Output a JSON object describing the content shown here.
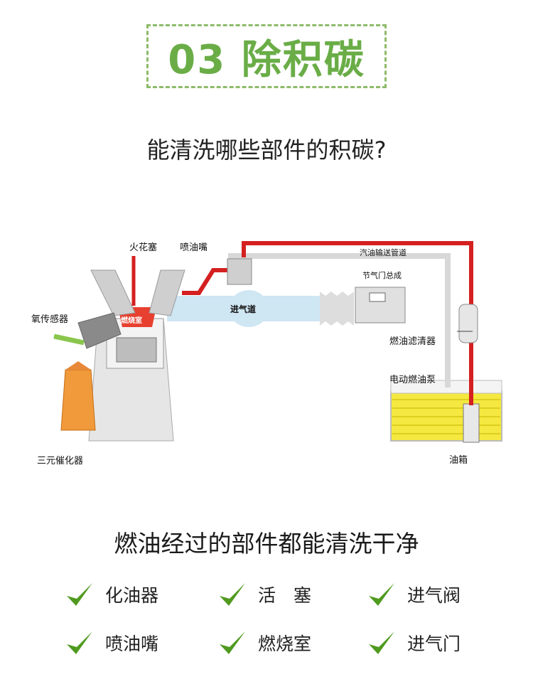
{
  "header": {
    "title": "03 除积碳"
  },
  "question": "能清洗哪些部件的积碳?",
  "diagram": {
    "labels": {
      "spark_plug": "火花塞",
      "injector": "喷油嘴",
      "fuel_line": "汽油输送管道",
      "throttle": "节气门总成",
      "oxygen_sensor": "氧传感器",
      "intake": "进气道",
      "combustion": "燃烧室",
      "fuel_filter": "燃油滤清器",
      "fuel_pump": "电动燃油泵",
      "catalyst": "三元催化器",
      "tank": "油箱"
    }
  },
  "subtitle": "燃油经过的部件都能清洗干净",
  "items": [
    "化油器",
    "活　塞",
    "进气阀",
    "喷油嘴",
    "燃烧室",
    "进气门"
  ],
  "colors": {
    "accent": "#6aad47",
    "fuel_red": "#d42020",
    "check": "#4f9a1f"
  }
}
